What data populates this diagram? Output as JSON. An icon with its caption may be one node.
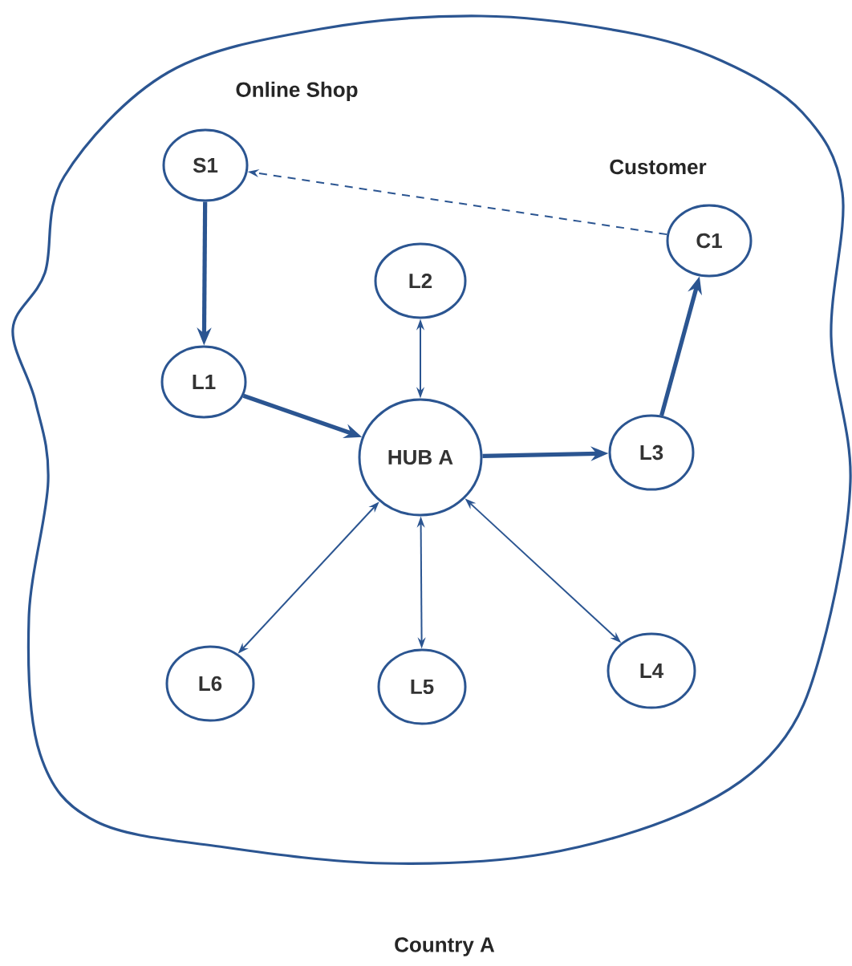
{
  "diagram": {
    "nodes": [
      {
        "text": [
          "Country A"
        ]
      },
      {
        "text": [
          "S1"
        ],
        "in": 0,
        "beside": [
          "Online Shop"
        ]
      },
      {
        "text": [
          "C1"
        ],
        "in": 0,
        "beside": [
          "Customer"
        ]
      },
      {
        "text": [
          "L2"
        ],
        "in": 0
      },
      {
        "text": [
          "L1"
        ],
        "in": 0
      },
      {
        "text": [
          "HUB A"
        ],
        "in": 0
      },
      {
        "text": [
          "L3"
        ],
        "in": 0
      },
      {
        "text": [
          "L6"
        ],
        "in": 0
      },
      {
        "text": [
          "L5"
        ],
        "in": 0
      },
      {
        "text": [
          "L4"
        ],
        "in": 0
      }
    ],
    "edges": [
      {
        "from": 2,
        "to": 1,
        "arrow": "to",
        "style": "dashed"
      },
      {
        "from": 1,
        "to": 4,
        "arrow": "to",
        "style": "thick"
      },
      {
        "from": 4,
        "to": 5,
        "arrow": "to",
        "style": "thick"
      },
      {
        "from": 5,
        "to": 6,
        "arrow": "to",
        "style": "thick"
      },
      {
        "from": 6,
        "to": 2,
        "arrow": "to",
        "style": "thick"
      },
      {
        "from": 3,
        "to": 5,
        "arrow": "both"
      },
      {
        "from": 5,
        "to": 7,
        "arrow": "both"
      },
      {
        "from": 5,
        "to": 8,
        "arrow": "both"
      },
      {
        "from": 5,
        "to": 9,
        "arrow": "both"
      }
    ]
  }
}
